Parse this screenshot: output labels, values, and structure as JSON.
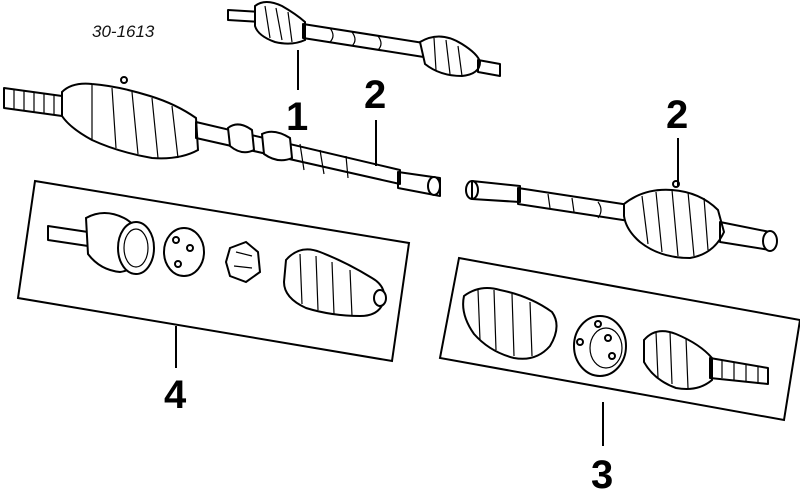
{
  "reference_number": "30-1613",
  "callouts": {
    "c1": "1",
    "c2_left": "2",
    "c2_right": "2",
    "c3": "3",
    "c4": "4"
  }
}
